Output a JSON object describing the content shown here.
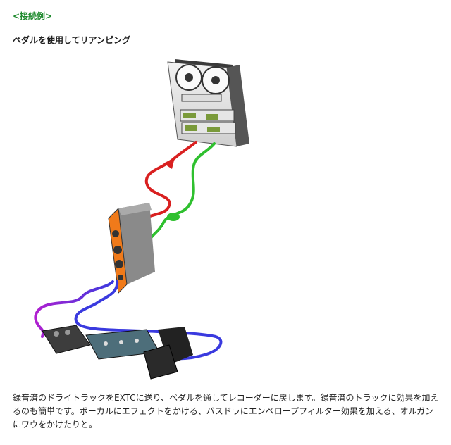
{
  "header": {
    "section_tag": "<接続例>",
    "title": "ペダルを使用してリアンピング"
  },
  "caption": "録音済のドライトラックをEXTCに送り、ペダルを通してレコーダーに戻します。録音済のトラックに効果を加えるのも簡単です。ボーカルにエフェクトをかける、バスドラにエンベロープフィルター効果を加える、オルガンにワウをかけたりと。",
  "colors": {
    "send_cable": "#d92020",
    "return_cable": "#2fc02f",
    "pedal_cable_start": "#3a3adf",
    "pedal_cable_end": "#b020d0",
    "module_faceplate": "#f07a1a"
  },
  "icons": {
    "recorder": "reel-to-reel-recorder-icon",
    "module": "extc-500-module-icon",
    "pedals": "effect-pedal-icon"
  }
}
